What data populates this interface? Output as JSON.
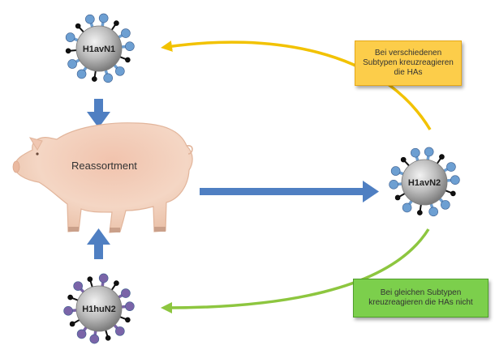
{
  "viruses": {
    "top": {
      "label": "H1avN1"
    },
    "right": {
      "label": "H1avN2"
    },
    "bottom": {
      "label": "H1huN2"
    }
  },
  "pig": {
    "label": "Reassortment"
  },
  "notes": {
    "yellow": "Bei verschiedenen Subtypen kreuzreagieren die HAs",
    "green": "Bei gleichen Subtypen kreuzreagieren die HAs nicht"
  },
  "colors": {
    "arrow_blue": "#4f7fc2",
    "yellow_arrow": "#f2c200",
    "green_arrow": "#8dc63f",
    "spike_blue": "#6d9fd2",
    "spike_purple": "#7a64a8",
    "spike_black": "#111111",
    "virus_core": "#b5b5b5",
    "pig": "#f2cfbb"
  }
}
